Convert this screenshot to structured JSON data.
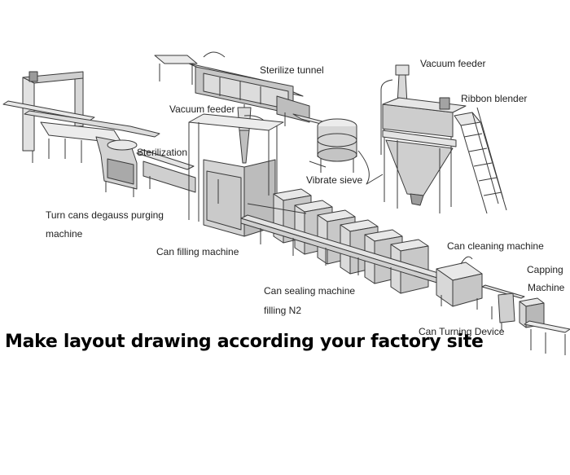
{
  "labels": {
    "sterilize_tunnel": "Sterilize tunnel",
    "vacuum_feeder_right": "Vacuum feeder",
    "ribbon_blender": "Ribbon blender",
    "vacuum_feeder_left": "Vacuum feeder",
    "sterilization": "Sterilization",
    "vibrate_sieve": "Vibrate sieve",
    "turn_cans_line1": "Turn cans degauss purging",
    "turn_cans_line2": "machine",
    "can_filling": "Can filling machine",
    "can_cleaning": "Can cleaning machine",
    "capping_line1": "Capping",
    "capping_line2": "Machine",
    "can_sealing_line1": "Can sealing machine",
    "can_sealing_line2": "filling N2",
    "can_turning": "Can Turning Device"
  },
  "headline": "Make layout drawing according your factory site",
  "colors": {
    "line": "#3a3a3a",
    "metal_light": "#e6e6e6",
    "metal_mid": "#c9c9c9",
    "metal_dark": "#8f8f8f",
    "background": "#ffffff"
  }
}
